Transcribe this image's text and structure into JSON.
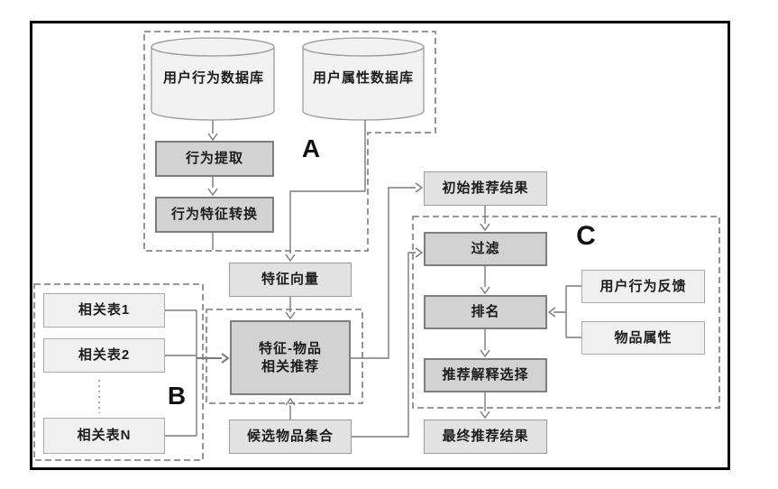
{
  "diagram": {
    "kind": "recommendation-system-flowchart",
    "regions": {
      "a_label": "A",
      "b_label": "B",
      "c_label": "C"
    },
    "nodes": {
      "user_behavior_db": "用户行为数据库",
      "user_attribute_db": "用户属性数据库",
      "behavior_extraction": "行为提取",
      "behavior_feature_transform": "行为特征转换",
      "feature_vector": "特征向量",
      "feature_item_recommendation": "特征-物品\n相关推荐",
      "candidate_item_set": "候选物品集合",
      "related_table_1": "相关表1",
      "related_table_2": "相关表2",
      "related_table_n": "相关表N",
      "initial_recommendation_results": "初始推荐结果",
      "filter": "过滤",
      "ranking": "排名",
      "recommendation_explanation_selection": "推荐解释选择",
      "final_recommendation_results": "最终推荐结果",
      "user_behavior_feedback": "用户行为反馈",
      "item_attributes": "物品属性"
    },
    "colors": {
      "process_box_fill": "#d2d2d2",
      "process_box_border": "#7e7e7e",
      "data_box_fill": "#e2e2e2",
      "input_box_fill": "#f0f0f0",
      "connector": "#7a7a7a",
      "dashed_outline": "#8a8a8a",
      "frame_border": "#000000"
    }
  }
}
